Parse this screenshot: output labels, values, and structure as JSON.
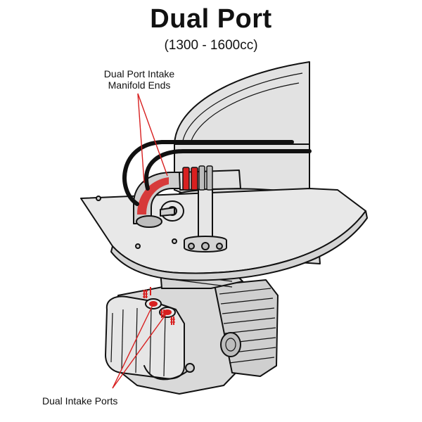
{
  "title": "Dual Port",
  "subtitle": "(1300 - 1600cc)",
  "callouts": {
    "manifold_ends_line1": "Dual Port Intake",
    "manifold_ends_line2": "Manifold Ends",
    "intake_ports": "Dual Intake Ports"
  },
  "colors": {
    "outline": "#111111",
    "sheet_metal": "#e2e2e2",
    "engine_fill": "#d9d9d9",
    "highlight": "#d82020",
    "leader": "#d82020"
  }
}
